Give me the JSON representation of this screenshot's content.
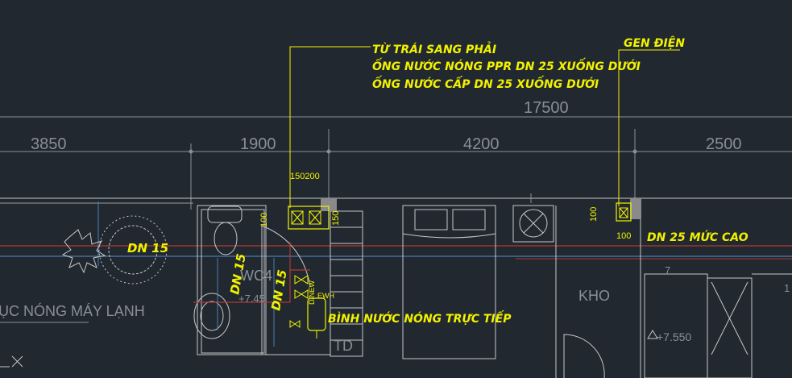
{
  "colors": {
    "background": "#212830",
    "annotation": "#f2f200",
    "dimension": "#8a8f96",
    "pipe_red": "#b03a2e",
    "pipe_blue": "#4b7fb0",
    "wall": "#c8c8c8",
    "equipment_fill": "#8a8a8a"
  },
  "notes": {
    "line1": "TỪ TRÁI SANG PHẢI",
    "line2": "ỐNG NƯỚC NÓNG PPR DN 25 XUỐNG DƯỚI",
    "line3": "ỐNG NƯỚC CẤP DN 25 XUỐNG DƯỚI",
    "gen": "GEN ĐIỆN",
    "dn25": "DN 25 MỨC CAO",
    "heater": "BÌNH NƯỚC NÓNG TRỰC TIẾP",
    "dn15_a": "DN 15",
    "dn15_b": "DN 15",
    "dn15_c": "DN 15"
  },
  "dimensions": {
    "total": "17500",
    "d1": "3850",
    "d2": "1900",
    "d3": "4200",
    "d4": "2500"
  },
  "labels": {
    "shaft1_top": "150200",
    "shaft1_side": "100",
    "shaft1_right": "150",
    "shaft2_side": "100",
    "shaft2_bottom": "100",
    "room_wc": "WC4",
    "level_wc": "+7.45",
    "ewh": "EWH",
    "td": "TD",
    "kho": "KHO",
    "level_right": "+7.550",
    "step_7": "7",
    "step_1": "1",
    "left_room": "ỤC NÓNG MÁY LẠNH"
  },
  "icons": {
    "ucs": "ucs-axis-icon"
  }
}
